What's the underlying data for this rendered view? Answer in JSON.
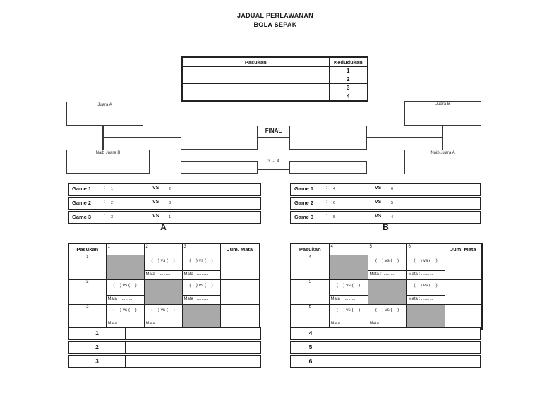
{
  "title": {
    "line1": "JADUAL PERLAWANAN",
    "line2": "BOLA SEPAK"
  },
  "standings": {
    "team_header": "Pasukan",
    "position_header": "Kedudukan",
    "rows": [
      {
        "team": "",
        "position": "1"
      },
      {
        "team": "",
        "position": "2"
      },
      {
        "team": "",
        "position": "3"
      },
      {
        "team": "",
        "position": "4"
      }
    ]
  },
  "bracket": {
    "juara_a": "Juara A",
    "naib_juara_b": "Naib Juara B",
    "juara_b": "Juara B",
    "naib_juara_a": "Naib Juara A",
    "final_label": "FINAL",
    "third_place_label": "3 .-. 4"
  },
  "games_a": {
    "colon": ":",
    "vs_label": "VS",
    "rows": [
      {
        "label": "Game 1",
        "home": "1",
        "away": "2"
      },
      {
        "label": "Game 2",
        "home": "2",
        "away": "3"
      },
      {
        "label": "Game 3",
        "home": "3",
        "away": "1"
      }
    ]
  },
  "games_b": {
    "colon": ":",
    "vs_label": "VS",
    "rows": [
      {
        "label": "Game 1",
        "home": "4",
        "away": "6"
      },
      {
        "label": "Game 2",
        "home": "6",
        "away": "5"
      },
      {
        "label": "Game 3",
        "home": "5",
        "away": "4"
      }
    ]
  },
  "match_cell": {
    "vs": "(    ) vs (    )",
    "mata": "Mata : .........."
  },
  "group_a": {
    "section_label": "A",
    "team_header": "Pasukan",
    "total_header": "Jum. Mata",
    "cols": [
      "1",
      "2",
      "3"
    ],
    "rows": [
      {
        "team": "1"
      },
      {
        "team": "2"
      },
      {
        "team": "3"
      }
    ]
  },
  "group_b": {
    "section_label": "B",
    "team_header": "Pasukan",
    "total_header": "Jum. Mata",
    "cols": [
      "4",
      "5",
      "6"
    ],
    "rows": [
      {
        "team": "4"
      },
      {
        "team": "5"
      },
      {
        "team": "6"
      }
    ]
  },
  "summary_a": {
    "rows": [
      "1",
      "2",
      "3"
    ]
  },
  "summary_b": {
    "rows": [
      "4",
      "5",
      "6"
    ]
  },
  "colors": {
    "diagonal_gray": "#a9a9a9",
    "border": "#222222"
  }
}
